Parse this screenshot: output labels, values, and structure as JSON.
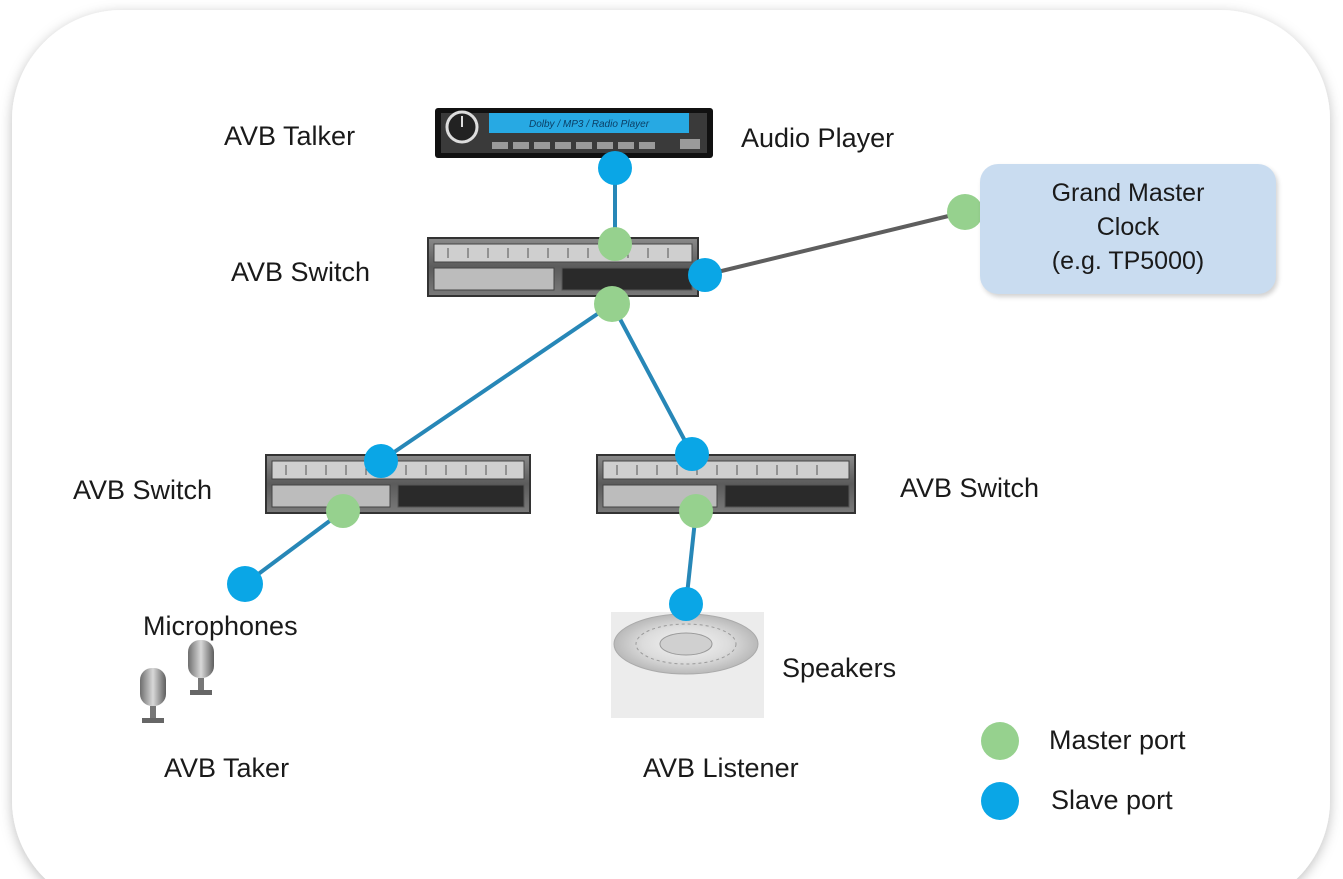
{
  "labels": {
    "avb_talker": "AVB Talker",
    "audio_player": "Audio Player",
    "avb_switch_top": "AVB Switch",
    "avb_switch_left": "AVB Switch",
    "avb_switch_right": "AVB Switch",
    "microphones": "Microphones",
    "speakers": "Speakers",
    "avb_taker": "AVB Taker",
    "avb_listener": "AVB Listener"
  },
  "grand_master": {
    "line1": "Grand Master",
    "line2": "Clock",
    "line3": "(e.g. TP5000)"
  },
  "player_display_text": "Dolby / MP3 / Radio Player",
  "legend": {
    "master": "Master port",
    "slave": "Slave port"
  },
  "colors": {
    "master_port": "#96d18e",
    "slave_port": "#0aa6e6",
    "link_blue": "#2787b7",
    "link_gray": "#5e5e5e",
    "gm_box": "#c9dcf0",
    "player_display": "#27a9e3"
  }
}
